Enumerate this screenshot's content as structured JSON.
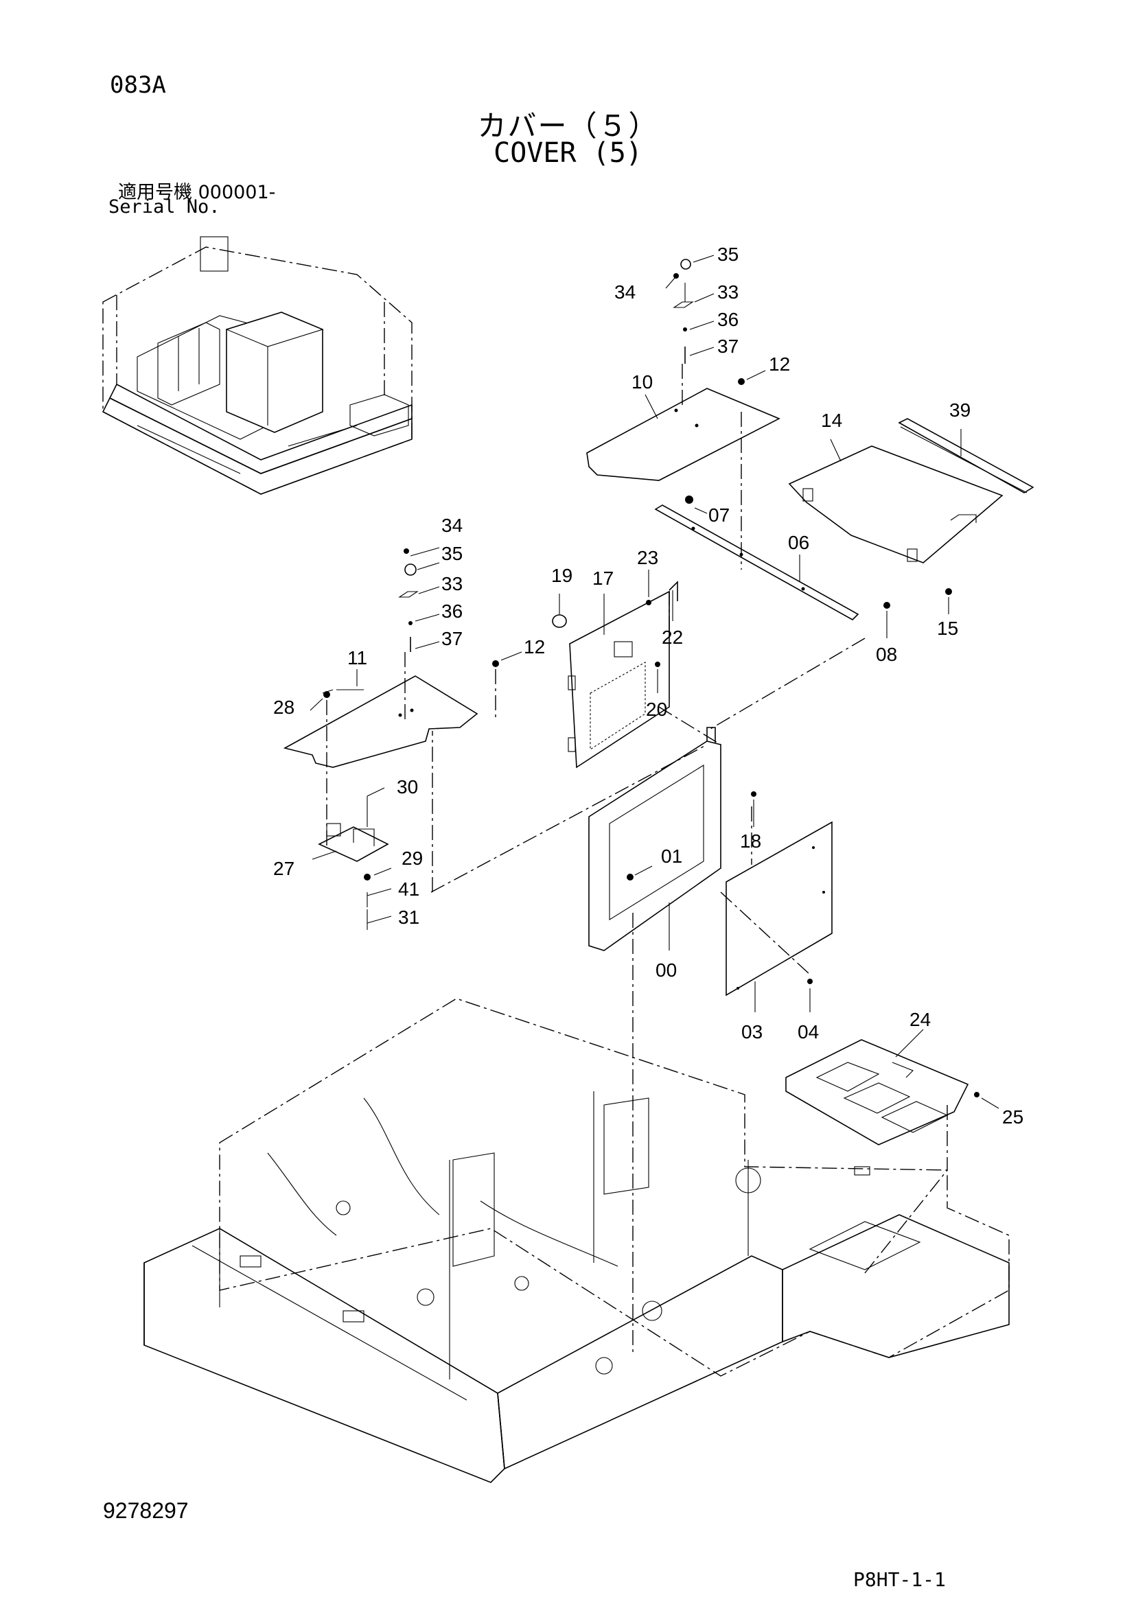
{
  "header": {
    "page_code": "083A",
    "title_jp": "カバー（５）",
    "title_en": "COVER (5)",
    "serial_jp": "適用号機  000001-",
    "serial_en": "Serial No."
  },
  "footer": {
    "drawing_number": "9278297",
    "sheet_code": "P8HT-1-1"
  },
  "callouts": {
    "c35a": "35",
    "c34a": "34",
    "c33a": "33",
    "c36a": "36",
    "c37a": "37",
    "c12a": "12",
    "c10": "10",
    "c14": "14",
    "c39": "39",
    "c07": "07",
    "c06": "06",
    "c15": "15",
    "c08": "08",
    "c34b": "34",
    "c35b": "35",
    "c33b": "33",
    "c36b": "36",
    "c37b": "37",
    "c12b": "12",
    "c11": "11",
    "c28": "28",
    "c19": "19",
    "c17": "17",
    "c23": "23",
    "c22": "22",
    "c20": "20",
    "c30": "30",
    "c27": "27",
    "c29": "29",
    "c41": "41",
    "c31": "31",
    "c01": "01",
    "c18": "18",
    "c00": "00",
    "c03": "03",
    "c04": "04",
    "c24": "24",
    "c25": "25"
  }
}
